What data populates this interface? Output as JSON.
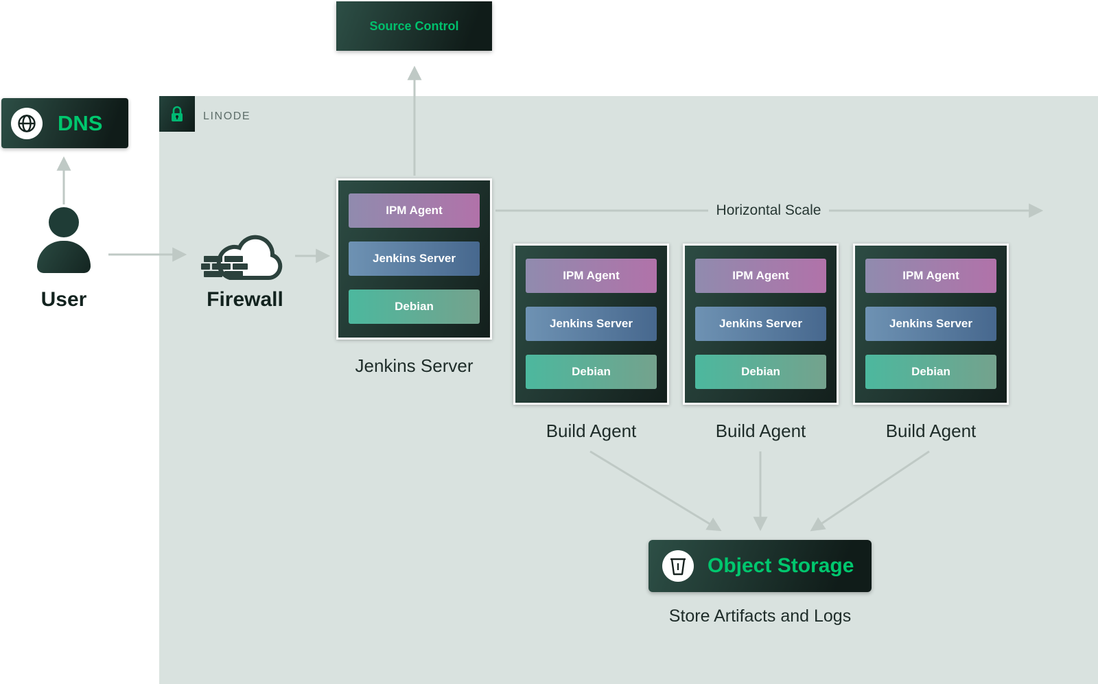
{
  "palette": {
    "accent_green": "#00b873",
    "region_background": "#d9e2df",
    "dark_box": "#16241f",
    "arrow_gray": "#bfc9c5",
    "ipm_gradient": [
      "#908bae",
      "#b172a9"
    ],
    "jenkins_gradient": [
      "#6e92b3",
      "#47688e"
    ],
    "debian_gradient": [
      "#4cb89e",
      "#74a28d"
    ]
  },
  "icons": {
    "dns": "globe-icon",
    "region": "lock-icon",
    "user": "person-icon",
    "firewall": "firewall-cloud-icon",
    "storage": "bucket-icon"
  },
  "region": {
    "label": "LINODE"
  },
  "source_control": {
    "label": "Source Control"
  },
  "dns": {
    "label": "DNS"
  },
  "user": {
    "label": "User"
  },
  "firewall": {
    "label": "Firewall"
  },
  "jenkins": {
    "label": "Jenkins Server",
    "layers": {
      "ipm": "IPM Agent",
      "server": "Jenkins Server",
      "os": "Debian"
    }
  },
  "build_agents": [
    {
      "label": "Build Agent",
      "layers": {
        "ipm": "IPM Agent",
        "server": "Jenkins Server",
        "os": "Debian"
      }
    },
    {
      "label": "Build Agent",
      "layers": {
        "ipm": "IPM Agent",
        "server": "Jenkins Server",
        "os": "Debian"
      }
    },
    {
      "label": "Build Agent",
      "layers": {
        "ipm": "IPM Agent",
        "server": "Jenkins Server",
        "os": "Debian"
      }
    }
  ],
  "scale_annotation": {
    "label": "Horizontal Scale"
  },
  "object_storage": {
    "label": "Object Storage",
    "caption": "Store Artifacts and Logs"
  }
}
